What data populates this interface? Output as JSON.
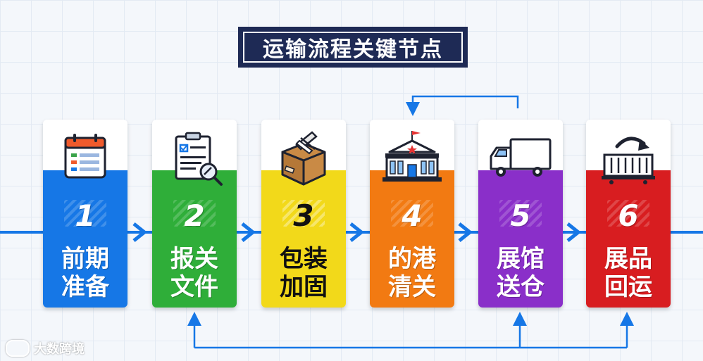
{
  "title": "运输流程关键节点",
  "steps": [
    {
      "number": "1",
      "line1": "前期",
      "line2": "准备",
      "icon": "calendar-icon",
      "color": "#1677e6"
    },
    {
      "number": "2",
      "line1": "报关",
      "line2": "文件",
      "icon": "document-magnifier-icon",
      "color": "#2fae39"
    },
    {
      "number": "3",
      "line1": "包装",
      "line2": "加固",
      "icon": "box-icon",
      "color": "#f2d91a"
    },
    {
      "number": "4",
      "line1": "的港",
      "line2": "清关",
      "icon": "customs-building-icon",
      "color": "#f27a12"
    },
    {
      "number": "5",
      "line1": "展馆",
      "line2": "送仓",
      "icon": "truck-icon",
      "color": "#8a2fc9"
    },
    {
      "number": "6",
      "line1": "展品",
      "line2": "回运",
      "icon": "container-return-icon",
      "color": "#d81d20"
    }
  ],
  "watermark": "大数跨境"
}
